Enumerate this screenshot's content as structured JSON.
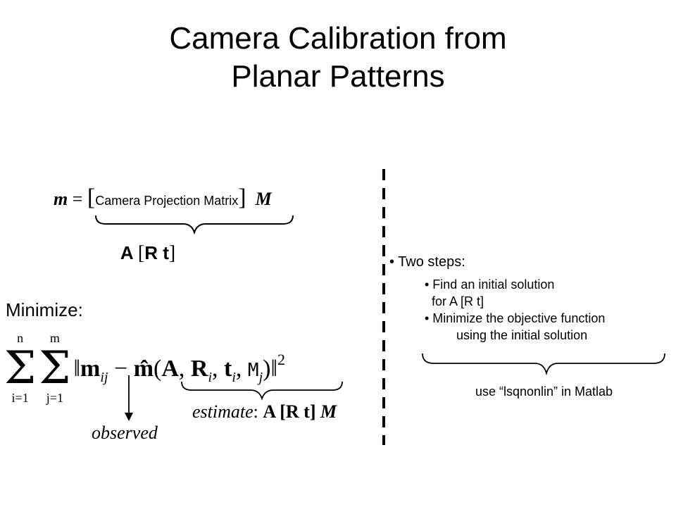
{
  "title": {
    "line1": "Camera Calibration from",
    "line2": "Planar Patterns"
  },
  "projection": {
    "lhs": "m",
    "equals": "=",
    "open_bracket": "[",
    "matrix_label": "Camera Projection Matrix",
    "close_bracket": "]",
    "rhs": "M"
  },
  "art_label": {
    "a": "A",
    "open": "[",
    "rt": "R t",
    "close": "]"
  },
  "minimize_label": "Minimize:",
  "formula": {
    "sum1_top": "n",
    "sum1_bottom": "i=1",
    "sum2_top": "m",
    "sum2_bottom": "j=1",
    "norm_open": "‖",
    "m_obs": "m",
    "m_obs_sub": "ij",
    "minus": "−",
    "m_hat": "m̂",
    "paren_open": "(",
    "arg_a": "A",
    "arg_r": "R",
    "arg_r_sub": "i",
    "arg_t": "t",
    "arg_t_sub": "i",
    "arg_m": "M",
    "arg_m_sub": "j",
    "paren_close": ")",
    "norm_close": "‖",
    "power": "2"
  },
  "observed_label": "observed",
  "estimate": {
    "word": "estimate",
    "colon": ":",
    "expr": "A [R t]",
    "m": "M"
  },
  "steps": {
    "heading": "• Two steps:",
    "step1_line1": "• Find an initial solution",
    "step1_line2": "for A [R t]",
    "step2_line1": "• Minimize the objective function",
    "step2_line2": "using the initial solution"
  },
  "lsqnonlin_note": "use “lsqnonlin” in Matlab"
}
